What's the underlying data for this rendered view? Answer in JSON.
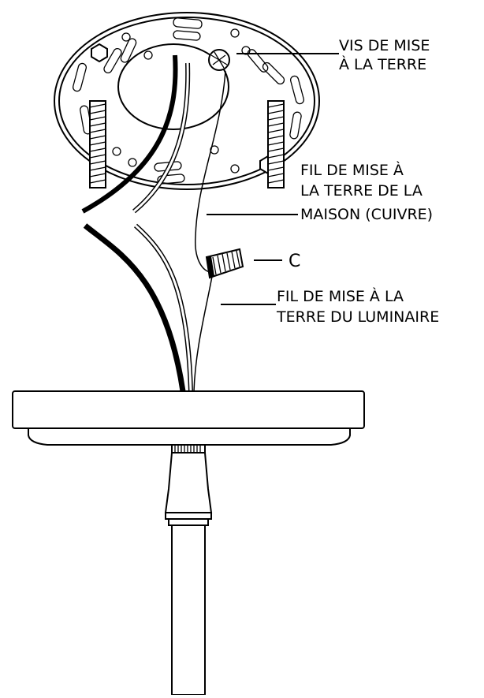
{
  "labels": {
    "ground_screw": [
      "VIS DE MISE",
      "À LA TERRE"
    ],
    "house_ground_wire": [
      "FIL DE MISE À",
      "LA TERRE DE LA",
      "MAISON (CUIVRE)"
    ],
    "connector": "C",
    "fixture_ground_wire": [
      "FIL DE MISE À LA",
      "TERRE DU LUMINAIRE"
    ]
  }
}
